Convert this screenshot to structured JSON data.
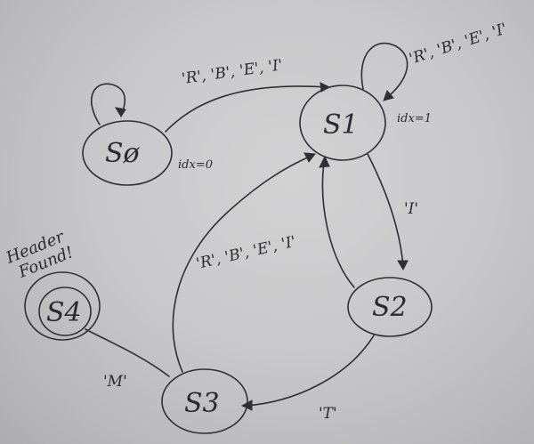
{
  "diagram": {
    "states": {
      "s0": "Sø",
      "s1": "S1",
      "s2": "S2",
      "s3": "S3",
      "s4": "S4"
    },
    "index_notes": {
      "s0": "idx=0",
      "s1": "idx=1"
    },
    "accept_note": {
      "line1": "Header",
      "line2": "Found!"
    },
    "transitions": {
      "s0_to_s1": "'R', 'B', 'E', 'I'",
      "s1_self": "'R', 'B', 'E', 'I'",
      "s1_to_s2": "'I'",
      "s2_to_s3": "'T'",
      "s3_to_s1": "'R', 'B', 'E', 'I'",
      "s3_to_s4": "'M'"
    }
  }
}
